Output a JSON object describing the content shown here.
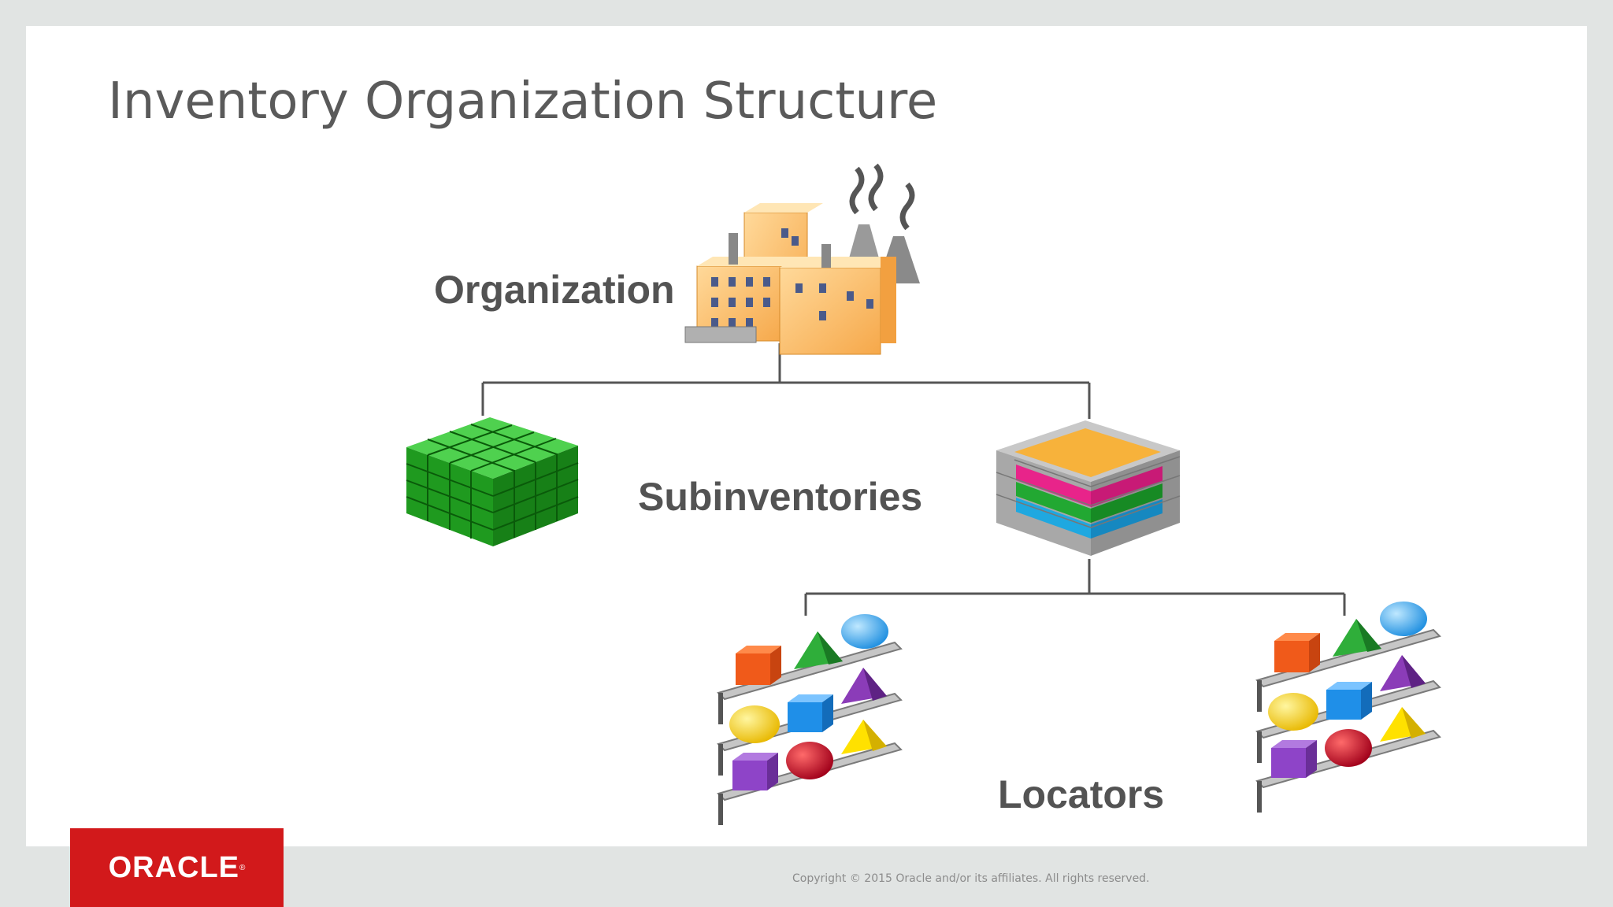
{
  "slide": {
    "title": "Inventory Organization Structure",
    "labels": {
      "organization": "Organization",
      "subinventories": "Subinventories",
      "locators": "Locators"
    },
    "footer": {
      "logo_text": "ORACLE",
      "copyright": "Copyright © 2015 Oracle and/or its affiliates. All rights reserved."
    },
    "colors": {
      "brand_red": "#d2191b",
      "connector": "#555555",
      "label": "#535353"
    },
    "icons": {
      "organization": "factory-icon",
      "subinventory_left": "green-cube-stack-icon",
      "subinventory_right": "layered-cube-stack-icon",
      "locators": "shelf-with-items-icon"
    }
  }
}
